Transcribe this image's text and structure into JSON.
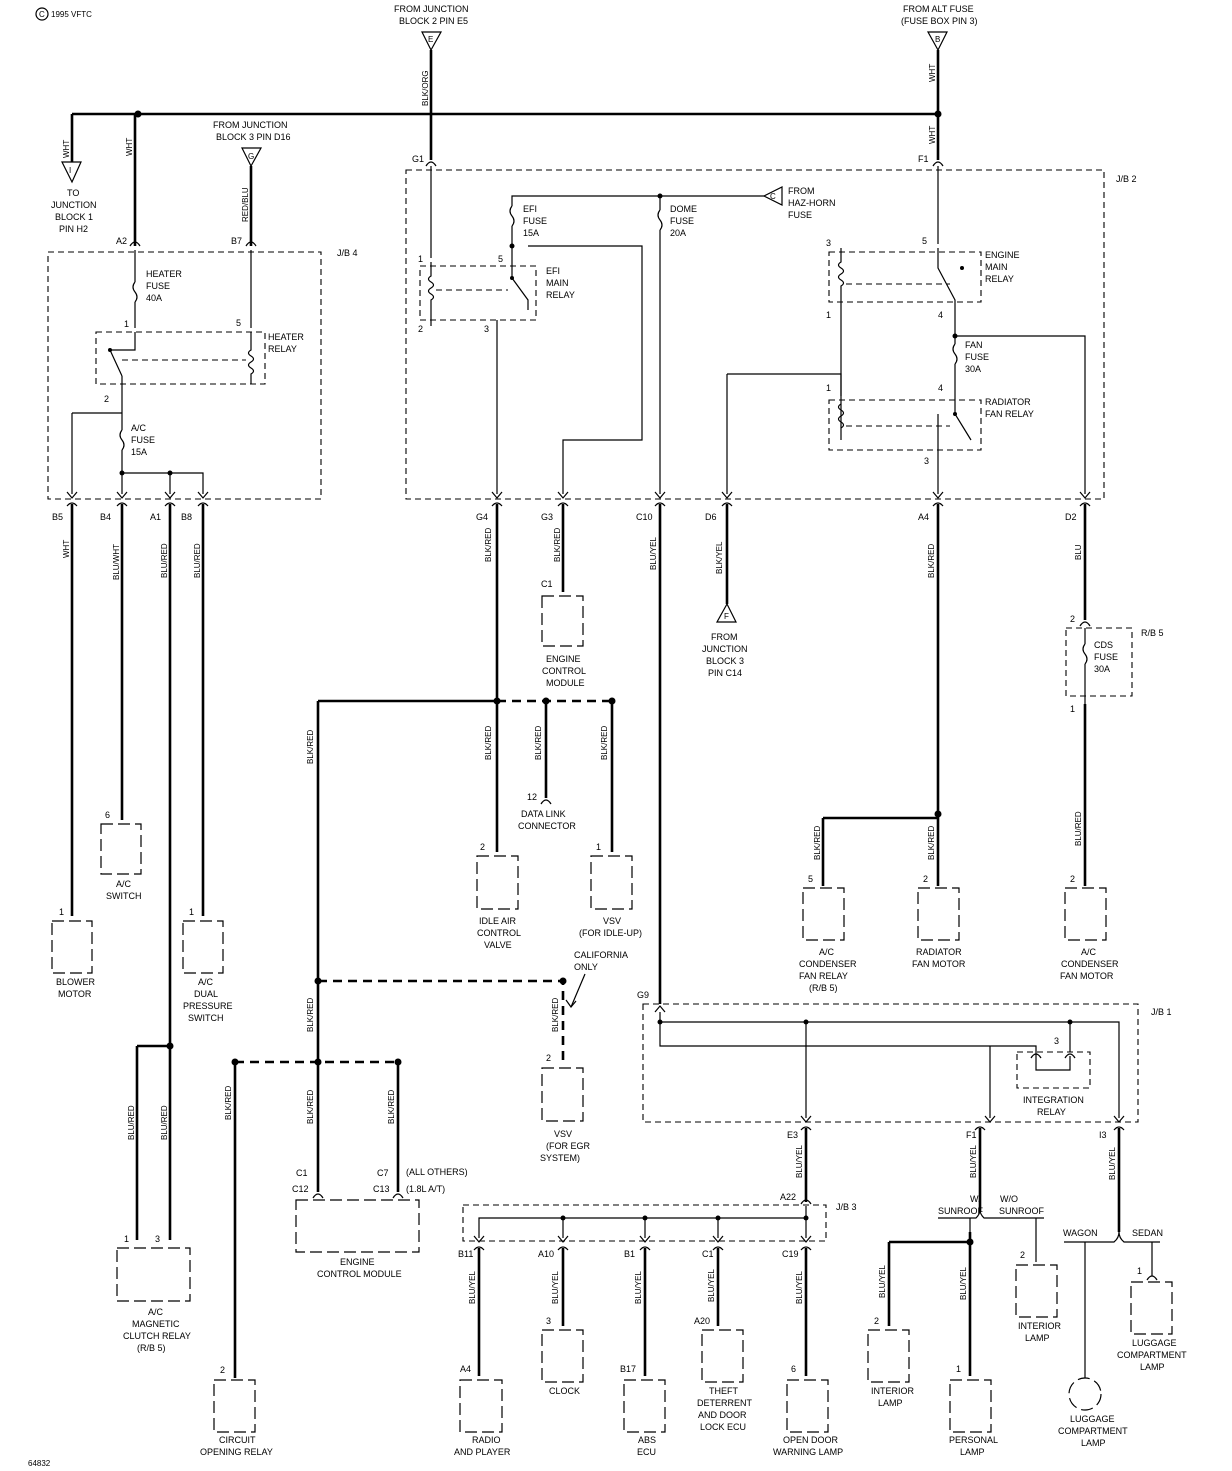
{
  "copyright": "1995 VFTC",
  "figure_id": "64832",
  "sources": {
    "jb2_e5": {
      "label1": "FROM JUNCTION",
      "label2": "BLOCK 2 PIN E5",
      "letter": "E"
    },
    "alt_fuse": {
      "label1": "FROM ALT FUSE",
      "label2": "(FUSE BOX PIN 3)",
      "letter": "B"
    },
    "jb3_d16": {
      "label1": "FROM JUNCTION",
      "label2": "BLOCK 3 PIN D16",
      "letter": "G"
    },
    "haz_horn": {
      "label1": "FROM",
      "label2": "HAZ-HORN",
      "label3": "FUSE",
      "letter": "C"
    },
    "to_jb1": {
      "label1": "TO",
      "label2": "JUNCTION",
      "label3": "BLOCK 1",
      "label4": "PIN H2",
      "letter": "I"
    },
    "jb3_c14": {
      "label1": "FROM",
      "label2": "JUNCTION",
      "label3": "BLOCK 3",
      "label4": "PIN C14",
      "letter": "F"
    }
  },
  "blocks": {
    "jb4": "J/B 4",
    "jb2": "J/B 2",
    "jb1": "J/B 1",
    "jb3": "J/B 3",
    "rb5": "R/B 5"
  },
  "fuses": {
    "heater": [
      "HEATER",
      "FUSE",
      "40A"
    ],
    "ac": [
      "A/C",
      "FUSE",
      "15A"
    ],
    "efi": [
      "EFI",
      "FUSE",
      "15A"
    ],
    "dome": [
      "DOME",
      "FUSE",
      "20A"
    ],
    "fan": [
      "FAN",
      "FUSE",
      "30A"
    ],
    "cds": [
      "CDS",
      "FUSE",
      "30A"
    ]
  },
  "relays": {
    "heater": [
      "HEATER",
      "RELAY"
    ],
    "efi_main": [
      "EFI",
      "MAIN",
      "RELAY"
    ],
    "engine_main": [
      "ENGINE",
      "MAIN",
      "RELAY"
    ],
    "radiator_fan": [
      "RADIATOR",
      "FAN RELAY"
    ],
    "integration": [
      "INTEGRATION",
      "RELAY"
    ]
  },
  "wires": {
    "wht": "WHT",
    "blk_org": "BLK/ORG",
    "red_blu": "RED/BLU",
    "blu_wht": "BLU/WHT",
    "blu_red": "BLU/RED",
    "blk_red": "BLK/RED",
    "blu_yel": "BLU/YEL",
    "blk_yel": "BLK/YEL",
    "blu": "BLU"
  },
  "pins": {
    "G1": "G1",
    "F1": "F1",
    "A2": "A2",
    "B7": "B7",
    "B5": "B5",
    "B4": "B4",
    "A1": "A1",
    "B8": "B8",
    "G4": "G4",
    "G3": "G3",
    "C10": "C10",
    "D6": "D6",
    "A4": "A4",
    "D2": "D2",
    "C1": "C1",
    "G9": "G9",
    "E3": "E3",
    "F1b": "F1",
    "I3": "I3",
    "A22": "A22",
    "B11": "B11",
    "A10": "A10",
    "B1": "B1",
    "C1b": "C1",
    "C19": "C19",
    "C1c": "C1",
    "C7": "C7",
    "C12": "C12",
    "C13": "C13",
    "A4b": "A4",
    "B17": "B17",
    "A20": "A20",
    "n1": "1",
    "n2": "2",
    "n3": "3",
    "n4": "4",
    "n5": "5",
    "n6": "6",
    "n12": "12"
  },
  "components": {
    "ecm_top": [
      "ENGINE",
      "CONTROL",
      "MODULE"
    ],
    "blower": [
      "BLOWER",
      "MOTOR"
    ],
    "ac_switch": [
      "A/C",
      "SWITCH"
    ],
    "dual_pressure": [
      "A/C",
      "DUAL",
      "PRESSURE",
      "SWITCH"
    ],
    "iacv": [
      "IDLE AIR",
      "CONTROL",
      "VALVE"
    ],
    "dlc": [
      "DATA LINK",
      "CONNECTOR"
    ],
    "vsv_idle": [
      "VSV",
      "(FOR IDLE-UP)"
    ],
    "ac_cond_relay": [
      "A/C",
      "CONDENSER",
      "FAN RELAY",
      "(R/B 5)"
    ],
    "rad_fan_motor": [
      "RADIATOR",
      "FAN MOTOR"
    ],
    "ac_cond_motor": [
      "A/C",
      "CONDENSER",
      "FAN MOTOR"
    ],
    "california": [
      "CALIFORNIA",
      "ONLY"
    ],
    "vsv_egr": [
      "VSV",
      "(FOR EGR",
      "SYSTEM)"
    ],
    "ac_mag": [
      "A/C",
      "MAGNETIC",
      "CLUTCH RELAY",
      "(R/B 5)"
    ],
    "ecm_bottom": [
      "ENGINE",
      "CONTROL MODULE"
    ],
    "all_others": "(ALL OTHERS)",
    "l18_at": "(1.8L A/T)",
    "circuit_opening": [
      "CIRCUIT",
      "OPENING RELAY"
    ],
    "radio": [
      "RADIO",
      "AND PLAYER"
    ],
    "clock": [
      "CLOCK"
    ],
    "abs": [
      "ABS",
      "ECU"
    ],
    "theft": [
      "THEFT",
      "DETERRENT",
      "AND DOOR",
      "LOCK ECU"
    ],
    "open_door": [
      "OPEN DOOR",
      "WARNING LAMP"
    ],
    "interior_lamp_a": [
      "INTERIOR",
      "LAMP"
    ],
    "personal": [
      "PERSONAL",
      "LAMP"
    ],
    "interior_lamp_b": [
      "INTERIOR",
      "LAMP"
    ],
    "w_sunroof": [
      "W/",
      "SUNROOF"
    ],
    "wo_sunroof": [
      "W/O",
      "SUNROOF"
    ],
    "wagon": "WAGON",
    "sedan": "SEDAN",
    "luggage_a": [
      "LUGGAGE",
      "COMPARTMENT",
      "LAMP"
    ],
    "luggage_b": [
      "LUGGAGE",
      "COMPARTMENT",
      "LAMP"
    ]
  }
}
